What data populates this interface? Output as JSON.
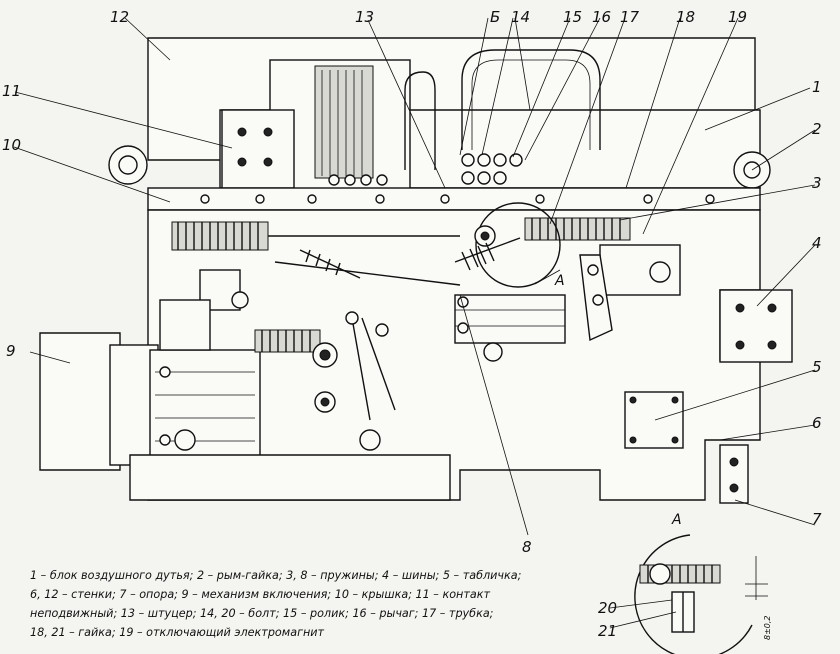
{
  "callouts": [
    "1",
    "2",
    "3",
    "4",
    "5",
    "6",
    "7",
    "8",
    "9",
    "10",
    "11",
    "12",
    "13",
    "14",
    "15",
    "16",
    "17",
    "18",
    "19",
    "20",
    "21"
  ],
  "section_mark": "Б",
  "view_mark": "А",
  "view_mark_small": "А",
  "dimension": "8±0,2",
  "legend": [
    "1 – блок воздушного дутья; 2 – рым-гайка; 3, 8 – пружины; 4 – шины; 5 – табличка;",
    "6, 12 – стенки; 7 – опора; 9 – механизм включения; 10 – крышка; 11 – контакт",
    "неподвижный; 13 – штуцер; 14, 20 – болт; 15 – ролик; 16 – рычаг; 17 – трубка;",
    "18, 21 – гайка; 19 – отключающий электромагнит"
  ]
}
